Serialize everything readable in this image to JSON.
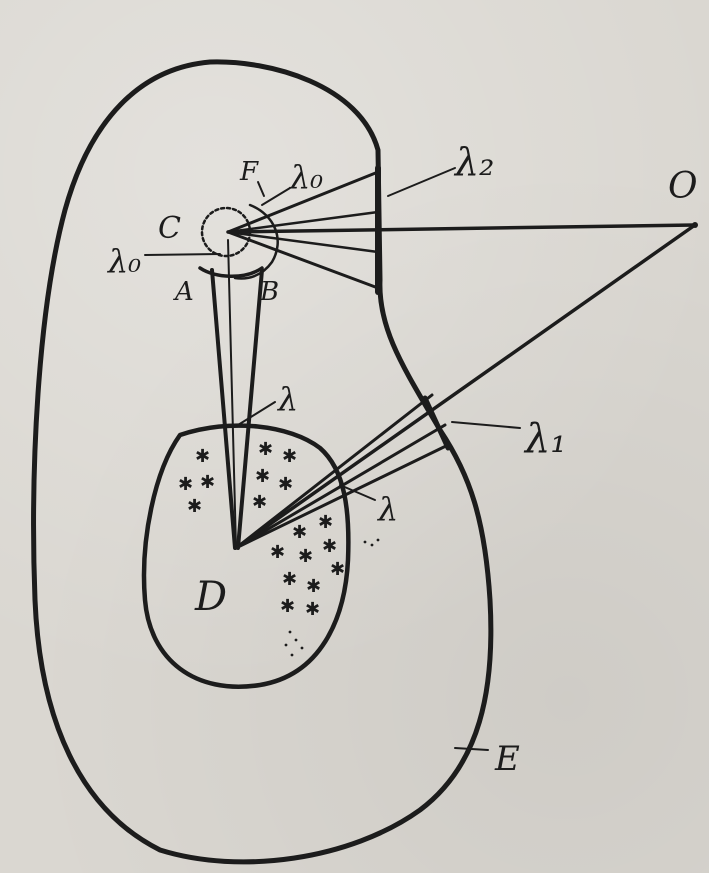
{
  "diagram": {
    "labels": {
      "O": "O",
      "E": "E",
      "D": "D",
      "C": "C",
      "F": "F",
      "A": "A",
      "B": "B",
      "lambda0_top": "λ₀",
      "lambda0_left": "λ₀",
      "lambda2": "λ₂",
      "lambda1": "λ₁",
      "lambda_top": "λ",
      "lambda_right": "λ"
    },
    "star_glyph": "✱",
    "colors": {
      "ink": "#1c1c1c",
      "paper": "#dad7d1"
    }
  }
}
